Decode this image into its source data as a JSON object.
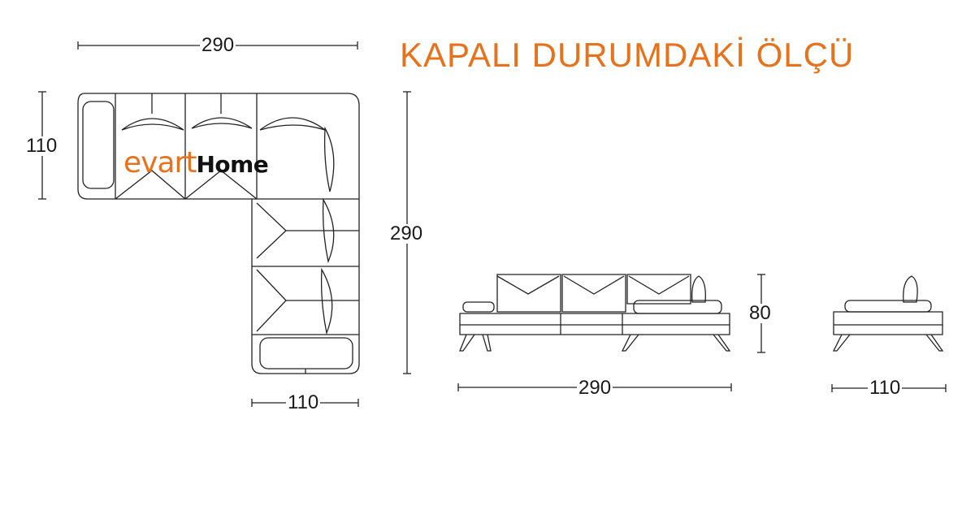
{
  "title": "KAPALI DURUMDAKİ ÖLÇÜ",
  "logo": {
    "brand": "evart",
    "suffix": "Home"
  },
  "colors": {
    "accent": "#e8721c",
    "line": "#222222"
  },
  "top_view": {
    "width_label": "290",
    "depth_label": "110",
    "length_label": "290",
    "chaise_width_label": "110"
  },
  "front_view": {
    "width_label": "290",
    "height_label": "80"
  },
  "side_view": {
    "depth_label": "110"
  }
}
